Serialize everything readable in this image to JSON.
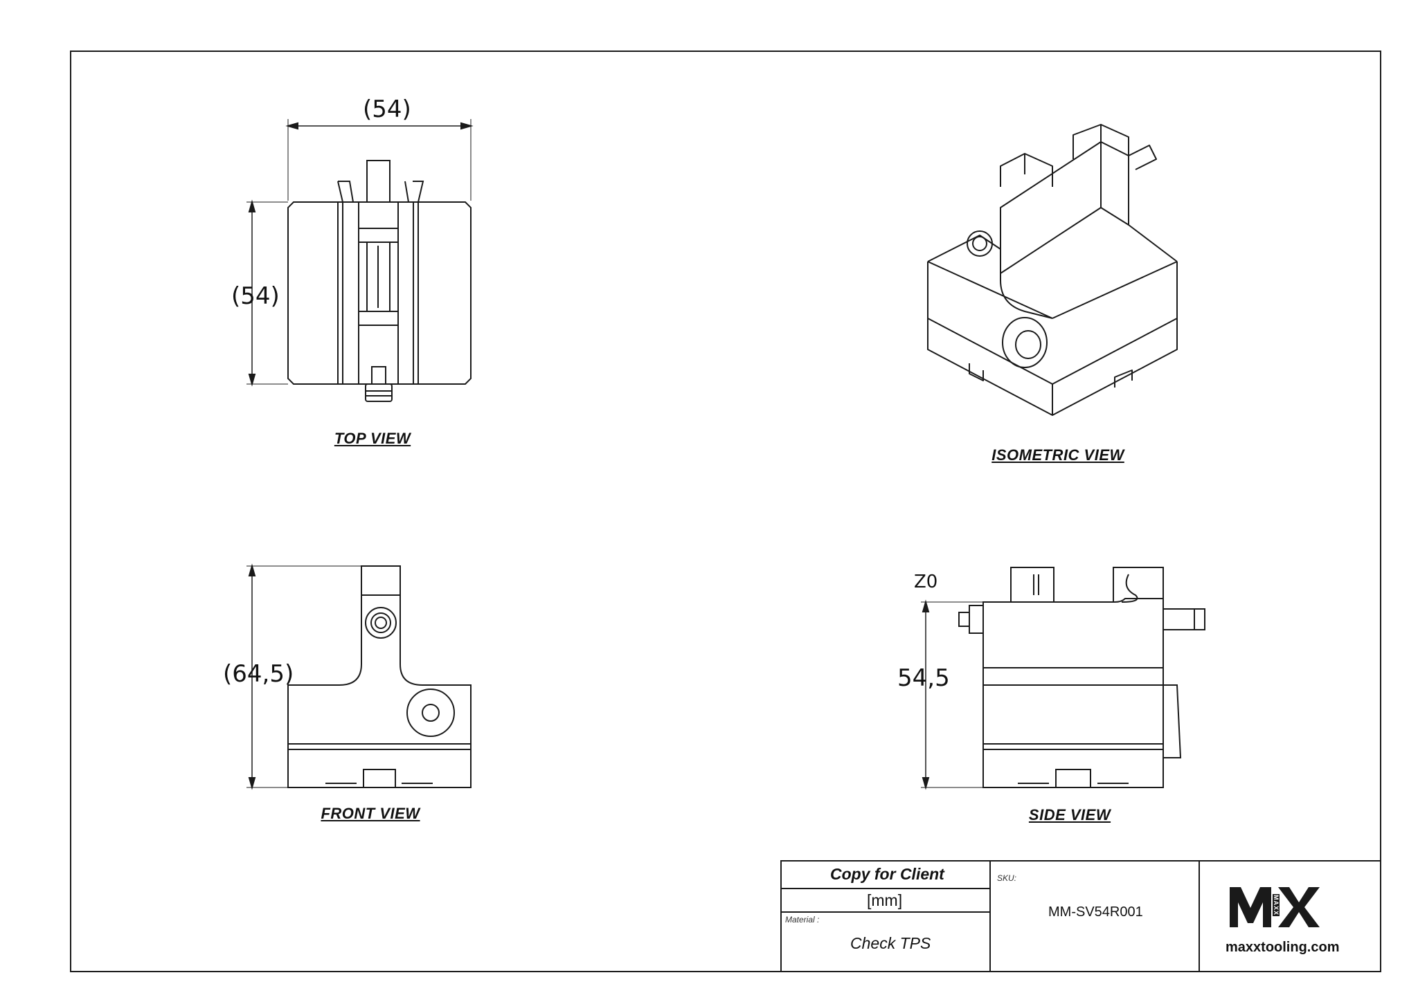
{
  "views": {
    "top": "TOP VIEW",
    "isometric": "ISOMETRIC VIEW",
    "front": "FRONT VIEW",
    "side": "SIDE VIEW"
  },
  "dimensions": {
    "top_width": "(54)",
    "top_height": "(54)",
    "front_height": "(64,5)",
    "side_height": "54,5",
    "side_datum": "Z0"
  },
  "title_block": {
    "copy_label": "Copy for Client",
    "units": "[mm]",
    "material_label": "Material :",
    "material_value": "Check TPS",
    "sku_label": "SKU:",
    "sku_value": "MM-SV54R001",
    "logo_text": "MX",
    "logo_sub": "MAXX",
    "website": "maxxtooling.com"
  },
  "colors": {
    "line": "#1a1a1a",
    "background": "#ffffff"
  }
}
